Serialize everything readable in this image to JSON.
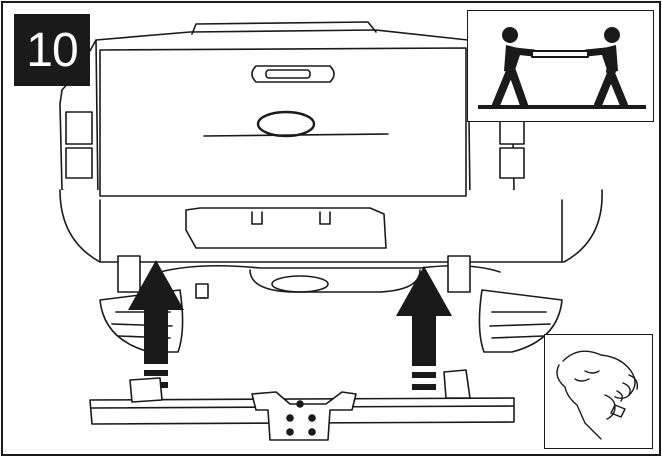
{
  "step": {
    "number": "10"
  },
  "insets": [
    {
      "name": "two-person-lift",
      "icon": "two-person-lift-icon"
    },
    {
      "name": "hand-tighten",
      "icon": "hand-tighten-icon"
    }
  ],
  "arrows": {
    "direction": "up",
    "count": 2
  },
  "colors": {
    "ink": "#1a1a1a",
    "paper": "#ffffff",
    "fill_light": "#f4f4f4"
  }
}
